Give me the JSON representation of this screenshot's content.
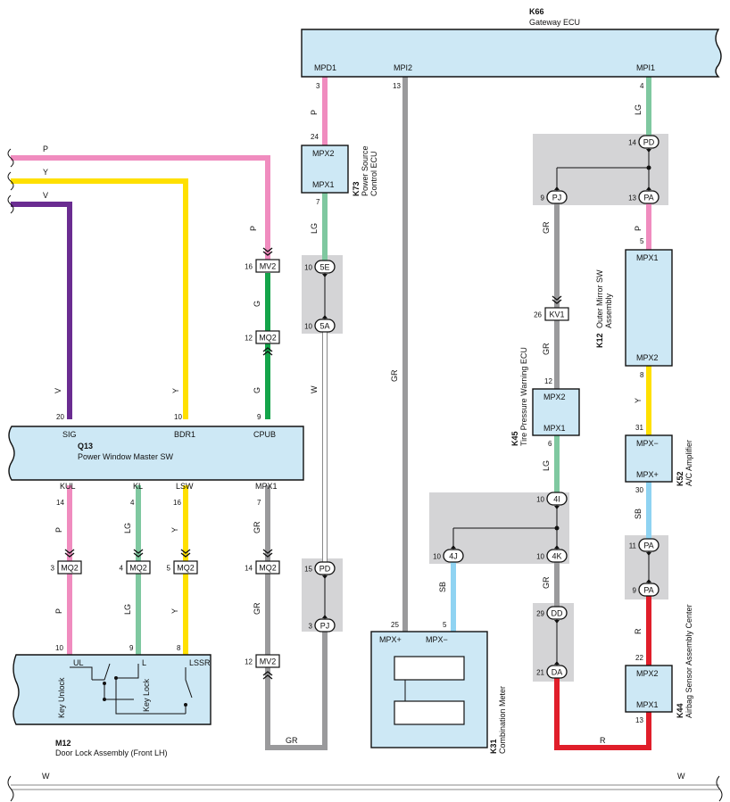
{
  "colors": {
    "P": "#f08cbf",
    "Y": "#ffe000",
    "V": "#6a2c91",
    "G": "#14a44a",
    "LG": "#7fc8a0",
    "GR": "#9a9a9c",
    "SB": "#8fd3f2",
    "R": "#e01e2a",
    "box_fill": "#cde8f5",
    "splice_fill": "#d4d4d6"
  },
  "components": {
    "K66": {
      "code": "K66",
      "name": "Gateway ECU",
      "pins": [
        "MPD1",
        "MPI2",
        "MPI1"
      ],
      "pin_numbers": [
        "3",
        "13",
        "4"
      ]
    },
    "Q13": {
      "code": "Q13",
      "name": "Power Window Master SW",
      "pins": [
        "SIG",
        "BDR1",
        "CPUB",
        "KUL",
        "KL",
        "LSW",
        "MPX1"
      ],
      "pin_numbers": [
        "20",
        "10",
        "9",
        "14",
        "4",
        "16",
        "7"
      ]
    },
    "K73": {
      "code": "K73",
      "name1": "Power Source",
      "name2": "Control ECU",
      "pins": [
        "MPX2",
        "MPX1"
      ],
      "pin_numbers": [
        "24",
        "7"
      ]
    },
    "K12": {
      "code": "K12",
      "name1": "Outer Mirror SW",
      "name2": "Assembly",
      "pins": [
        "MPX1",
        "MPX2"
      ],
      "pin_numbers": [
        "5",
        "8"
      ]
    },
    "K45": {
      "code": "K45",
      "name": "Tire Pressure Warning ECU",
      "pins": [
        "MPX2",
        "MPX1"
      ],
      "pin_numbers": [
        "12",
        "6"
      ]
    },
    "K52": {
      "code": "K52",
      "name": "A/C Amplifier",
      "pins": [
        "MPX−",
        "MPX+"
      ],
      "pin_numbers": [
        "31",
        "30"
      ]
    },
    "K44": {
      "code": "K44",
      "name": "Airbag Sensor Assembly Center",
      "pins": [
        "MPX2",
        "MPX1"
      ],
      "pin_numbers": [
        "22",
        "13"
      ]
    },
    "K31": {
      "code": "K31",
      "name": "Combination Meter",
      "pins": [
        "MPX+",
        "MPX−"
      ],
      "pin_numbers": [
        "25",
        "5"
      ]
    },
    "M12": {
      "code": "M12",
      "name": "Door Lock Assembly (Front LH)",
      "pins": [
        "UL",
        "L",
        "LSSR"
      ],
      "pin_numbers": [
        "10",
        "9",
        "8"
      ],
      "switch_labels": [
        "Key Unlock",
        "Key Lock"
      ]
    }
  },
  "connectors": {
    "MV2_top": {
      "id": "MV2",
      "pin": "16"
    },
    "MQ2_cpub": {
      "id": "MQ2",
      "pin": "12"
    },
    "MQ2_kul": {
      "id": "MQ2",
      "pin": "3"
    },
    "MQ2_kl": {
      "id": "MQ2",
      "pin": "4"
    },
    "MQ2_lsw": {
      "id": "MQ2",
      "pin": "5"
    },
    "MQ2_mpx1": {
      "id": "MQ2",
      "pin": "14"
    },
    "MV2_bot": {
      "id": "MV2",
      "pin": "12"
    },
    "KV1": {
      "id": "KV1",
      "pin": "26"
    }
  },
  "splices": {
    "s5E": {
      "id": "5E",
      "pin": "10"
    },
    "s5A": {
      "id": "5A",
      "pin": "10"
    },
    "sPD1": {
      "id": "PD",
      "pin": "14"
    },
    "sPJ1": {
      "id": "PJ",
      "pin": "9"
    },
    "sPA1": {
      "id": "PA",
      "pin": "13"
    },
    "s4I": {
      "id": "4I",
      "pin": "10"
    },
    "s4J": {
      "id": "4J",
      "pin": "10"
    },
    "s4K": {
      "id": "4K",
      "pin": "10"
    },
    "sPA2": {
      "id": "PA",
      "pin": "11"
    },
    "sPA3": {
      "id": "PA",
      "pin": "9"
    },
    "sPD2": {
      "id": "PD",
      "pin": "15"
    },
    "sPJ2": {
      "id": "PJ",
      "pin": "3"
    },
    "sDD": {
      "id": "DD",
      "pin": "29"
    },
    "sDA": {
      "id": "DA",
      "pin": "21"
    }
  },
  "wire_labels": {
    "top_p": "P",
    "top_y": "Y",
    "top_v": "V",
    "p_down": "P",
    "g1": "G",
    "g2": "G",
    "v_q13": "V",
    "y_q13": "Y",
    "k66_p": "P",
    "k73_lg": "LG",
    "w_mid": "W",
    "mpi2_gr": "GR",
    "mpi1_lg": "LG",
    "k12_p": "P",
    "pj_gr": "GR",
    "kv1_gr": "GR",
    "k12_y": "Y",
    "k45_lg": "LG",
    "k52_sb": "SB",
    "k31_sb": "SB",
    "dd_gr": "GR",
    "k44_r": "R",
    "bottom_r": "R",
    "kul_p1": "P",
    "kul_p2": "P",
    "kl_lg1": "LG",
    "kl_lg2": "LG",
    "lsw_y1": "Y",
    "lsw_y2": "Y",
    "mpx1_gr1": "GR",
    "mpx1_gr2": "GR",
    "bottom_gr": "GR",
    "bottom_w_left": "W",
    "bottom_w_right": "W"
  }
}
